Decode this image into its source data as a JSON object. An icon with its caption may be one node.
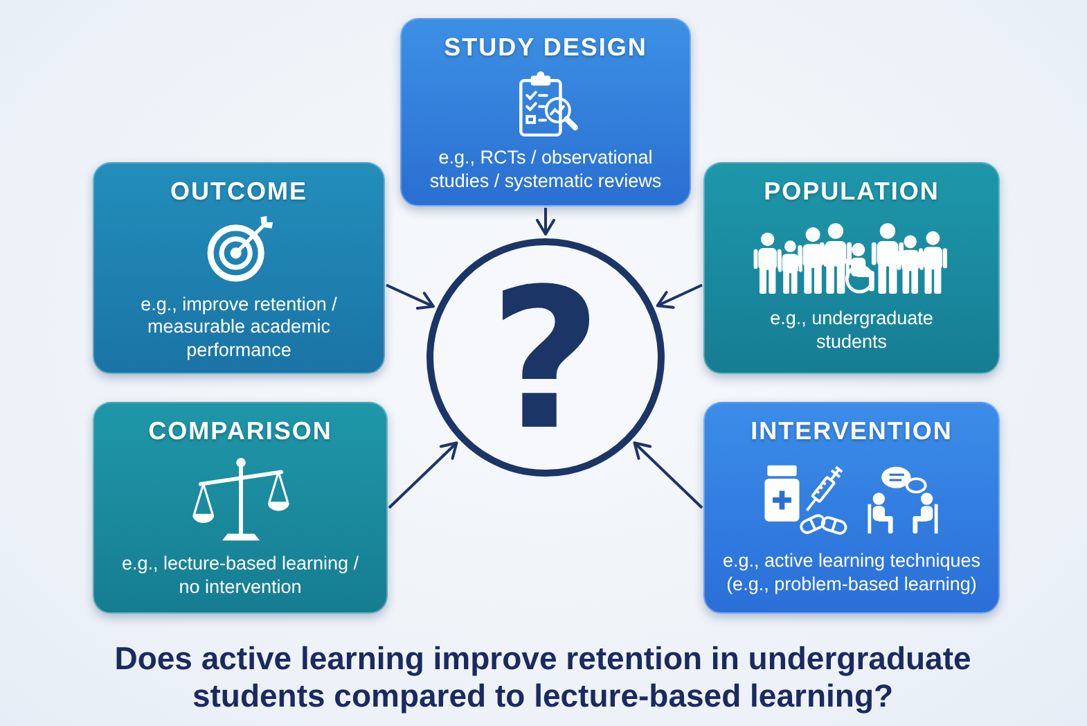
{
  "diagram": {
    "caption": "Does active learning improve retention in undergraduate students compared to lecture-based learning?",
    "nodes": [
      {
        "text": [
          "STUDY DESIGN",
          "e.g., RCTs / observational studies / systematic reviews"
        ]
      },
      {
        "text": [
          "OUTCOME",
          "e.g., improve retention / measurable academic performance"
        ]
      },
      {
        "text": [
          "POPULATION",
          "e.g., undergraduate students"
        ]
      },
      {
        "text": [
          "?"
        ]
      },
      {
        "text": [
          "COMPARISON",
          "e.g., lecture-based learning / no intervention"
        ]
      },
      {
        "text": [
          "INTERVENTION",
          "e.g., active learning techniques (e.g., problem-based learning)"
        ]
      }
    ],
    "edges": [
      {
        "from": 0,
        "to": 3,
        "arrow": "to"
      },
      {
        "from": 1,
        "to": 3,
        "arrow": "to"
      },
      {
        "from": 2,
        "to": 3,
        "arrow": "to"
      },
      {
        "from": 4,
        "to": 3,
        "arrow": "to"
      },
      {
        "from": 5,
        "to": 3,
        "arrow": "to"
      }
    ]
  }
}
